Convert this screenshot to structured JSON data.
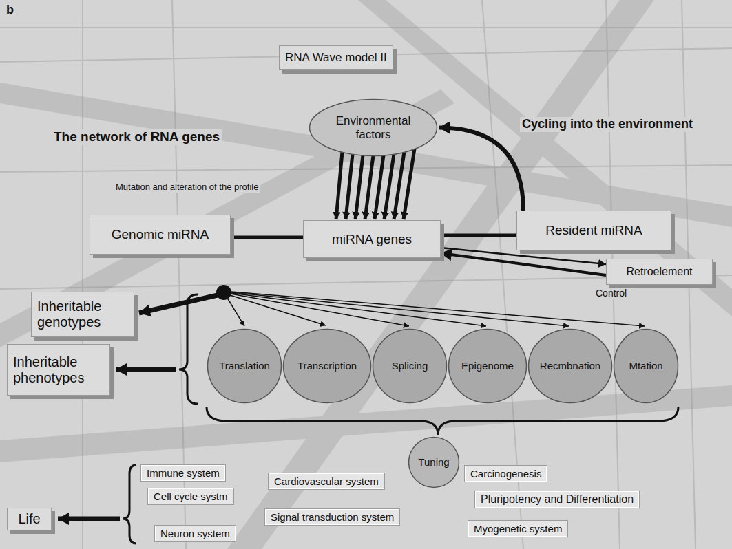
{
  "diagram": {
    "nodes": [
      {
        "text": [
          "RNA Wave model II"
        ]
      },
      {
        "text": [
          "Environmental factors"
        ]
      },
      {
        "text": [
          "Genomic miRNA"
        ]
      },
      {
        "text": [
          "miRNA genes"
        ]
      },
      {
        "text": [
          "Resident miRNA"
        ]
      },
      {
        "text": [
          "Retroelement"
        ]
      },
      {
        "text": [
          "Inheritable genotypes"
        ]
      },
      {
        "text": [
          "Inheritable phenotypes"
        ]
      },
      {
        "text": [
          "Translation"
        ]
      },
      {
        "text": [
          "Transcription"
        ]
      },
      {
        "text": [
          "Splicing"
        ]
      },
      {
        "text": [
          "Epigenome"
        ]
      },
      {
        "text": [
          "Recmbnation"
        ]
      },
      {
        "text": [
          "Mtation"
        ]
      },
      {
        "text": [
          "Immune system"
        ]
      },
      {
        "text": [
          "Cardiovascular system"
        ]
      },
      {
        "text": [
          "Cell cycle systm"
        ]
      },
      {
        "text": [
          "Signal transduction system"
        ]
      },
      {
        "text": [
          "Neuron system"
        ]
      },
      {
        "text": [
          "Tuning"
        ]
      },
      {
        "text": [
          "Carcinogenesis"
        ]
      },
      {
        "text": [
          "Pluripotency and Differentiation"
        ]
      },
      {
        "text": [
          "Myogenetic system"
        ]
      },
      {
        "text": [
          "Life"
        ]
      }
    ],
    "edges": [
      {
        "from": 2,
        "to": 3,
        "arrow": "none"
      },
      {
        "from": 3,
        "to": 4,
        "arrow": "none"
      },
      {
        "from": 1,
        "to": 3,
        "arrow": "to"
      },
      {
        "from": 4,
        "to": 1,
        "arrow": "to",
        "label": "Cycling into the environment"
      },
      {
        "from": 3,
        "to": 5,
        "arrow": "to"
      },
      {
        "from": 5,
        "to": 3,
        "arrow": "to",
        "label": "Control"
      }
    ],
    "labels": [
      "b",
      "The network of RNA genes",
      "Mutation and alteration of the profile"
    ]
  }
}
